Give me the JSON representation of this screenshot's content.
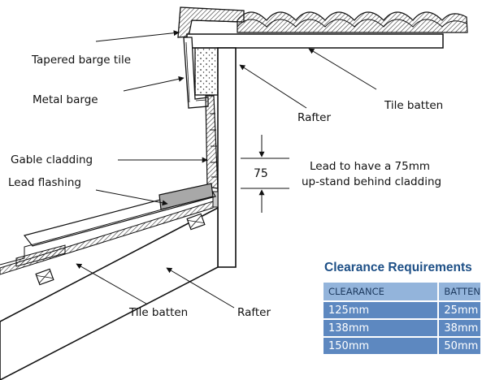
{
  "labels": {
    "tapered_barge_tile": "Tapered barge tile",
    "metal_barge": "Metal barge",
    "tile_batten_top": "Tile batten",
    "rafter_top": "Rafter",
    "gable_cladding": "Gable cladding",
    "lead_flashing": "Lead flashing",
    "dimension_75": "75",
    "lead_note_line1": "Lead to have a 75mm",
    "lead_note_line2": "up-stand behind cladding",
    "rafter_bottom": "Rafter",
    "tile_batten_bottom": "Tile batten"
  },
  "table": {
    "title": "Clearance Requirements",
    "headers": [
      "CLEARANCE",
      "BATTEN"
    ],
    "rows": [
      [
        "125mm",
        "25mm"
      ],
      [
        "138mm",
        "38mm"
      ],
      [
        "150mm",
        "50mm"
      ]
    ]
  }
}
